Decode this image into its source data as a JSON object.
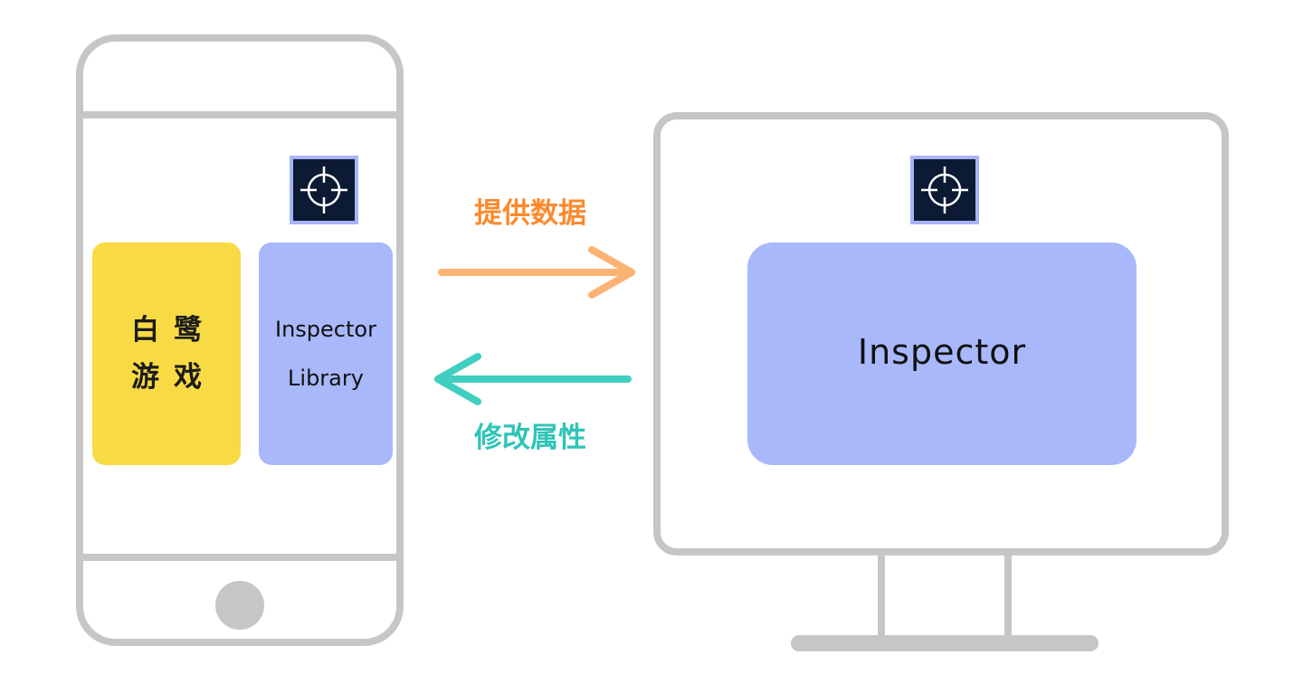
{
  "phone": {
    "game_box": {
      "line1": "白鹭",
      "line2": "游戏",
      "color": "#f8da44"
    },
    "library_box": {
      "line1": "Inspector",
      "line2": "Library",
      "color": "#a8b8fa"
    },
    "icon": "crosshair-target-icon"
  },
  "arrows": {
    "provide_data_label": "提供数据",
    "provide_data_color": "#fb8a2e",
    "modify_props_label": "修改属性",
    "modify_props_color": "#2fc4b8"
  },
  "monitor": {
    "panel_title": "Inspector",
    "panel_color": "#a8b8fa",
    "icon": "crosshair-target-icon"
  },
  "colors": {
    "device_outline": "#c6c6c6",
    "icon_background": "#0c1a33",
    "icon_border": "#a8b4f8"
  }
}
